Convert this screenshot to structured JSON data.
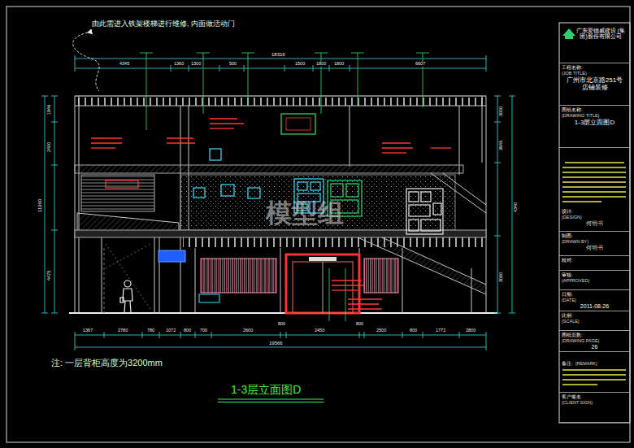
{
  "diagram": {
    "caption": "1-3层立面图D",
    "nodes": [
      {
        "text": [
          "广东爱德威建设 (集团)股份有限公司"
        ]
      },
      {
        "text": [
          "工程名称:",
          "(JOB TITLE)",
          "广州市北京路251号 店铺装修"
        ]
      },
      {
        "text": [
          "图纸名称:",
          "(DRAWING TITLE)",
          "1-3层立面图D"
        ]
      },
      {
        "text": [
          "设计:",
          "(DESIGN)",
          "何明书"
        ]
      },
      {
        "text": [
          "制图:",
          "(DRAWN BY)",
          "何明书"
        ]
      },
      {
        "text": [
          "校对:"
        ]
      },
      {
        "text": [
          "审核:",
          "(APPROVED)"
        ]
      },
      {
        "text": [
          "日期:",
          "(DATE)",
          "2011-08-26"
        ]
      },
      {
        "text": [
          "比例:",
          "(SCALE)"
        ]
      },
      {
        "text": [
          "图纸页数:",
          "(DRAWING PAGE)",
          "26"
        ]
      },
      {
        "text": [
          "备注:",
          "(REMARK)"
        ]
      },
      {
        "text": [
          "客户签名",
          "(CLIENT SIGN)"
        ]
      }
    ],
    "labels": [
      "由此需进入铁架楼梯进行维修, 内面做活动门",
      "注: 一层背柜高度为3200mm",
      "模型组",
      "18316",
      "4345",
      "1360",
      "1300",
      "500",
      "1500",
      "1800",
      "1800",
      "6607",
      "1367",
      "2780",
      "780",
      "1072",
      "800",
      "700",
      "2600",
      "800",
      "2450",
      "800",
      "2500",
      "800",
      "1772",
      "2800",
      "19566",
      "1946",
      "2400",
      "11960",
      "4475",
      "3000",
      "3645",
      "4340",
      "3060"
    ]
  }
}
